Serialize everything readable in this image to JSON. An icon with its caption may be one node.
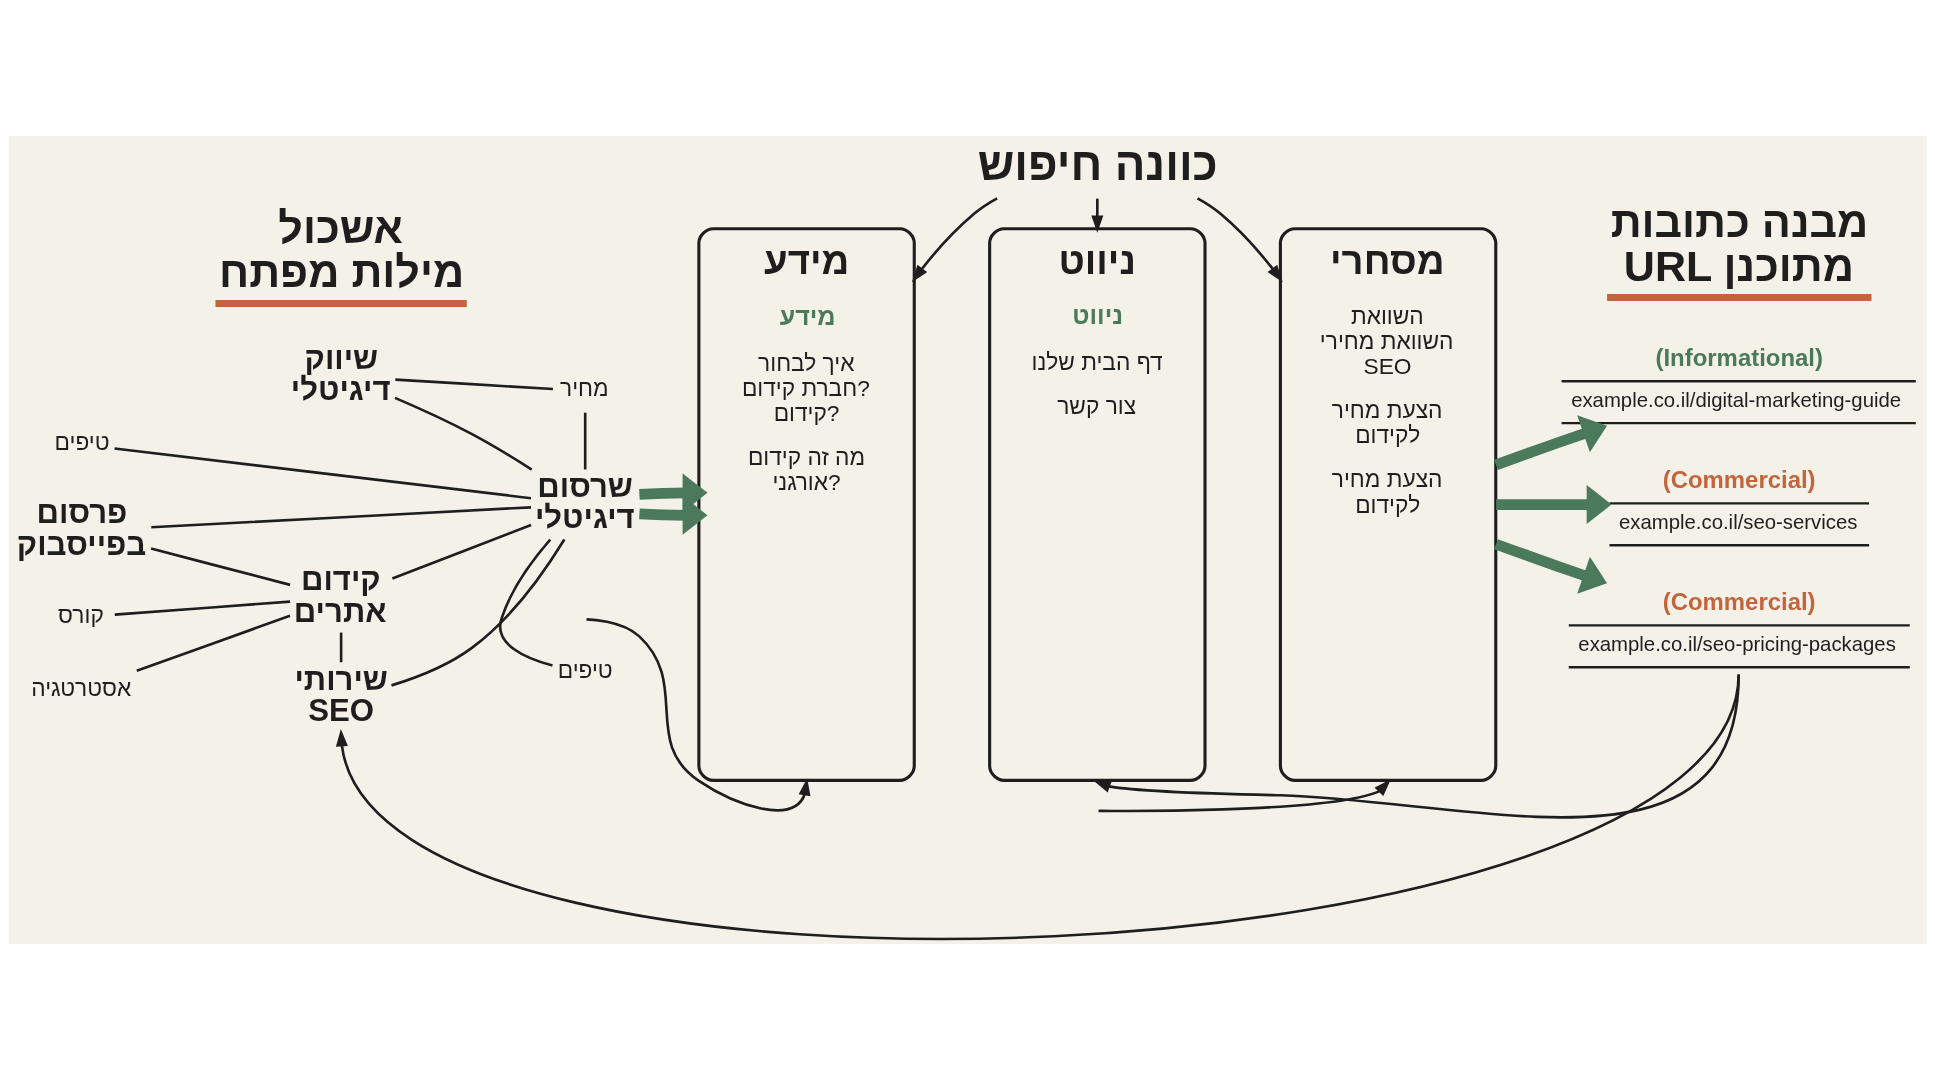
{
  "diagram": {
    "nodes": [
      {
        "text": [
          "שיווק דיגיטלי"
        ]
      },
      {
        "text": [
          "טיפים"
        ]
      },
      {
        "text": [
          "מחיר"
        ]
      },
      {
        "text": [
          "פרסום בפייסבוק"
        ]
      },
      {
        "text": [
          "שרסום דיגיטלי"
        ]
      },
      {
        "text": [
          "קידום אתרים"
        ]
      },
      {
        "text": [
          "קורס"
        ]
      },
      {
        "text": [
          "אסטרטגיה"
        ]
      },
      {
        "text": [
          "שירותי SEO"
        ]
      },
      {
        "text": [
          "טיפים"
        ]
      },
      {
        "text": [
          "כוונה חיפוש"
        ]
      },
      {
        "text": [
          "מידע",
          "מידע",
          "איך לבחור חברת קידום? קידום?",
          "מה זה קידום אורגני?"
        ]
      },
      {
        "text": [
          "ניווט",
          "ניווט",
          "דף הבית שלנו",
          "צור קשר"
        ]
      },
      {
        "text": [
          "מסחרי",
          "השוואת השוואת מחירי SEO",
          "הצעת מחיר לקידום",
          "הצעת מחיר לקידום"
        ]
      },
      {
        "text": [
          "(Informational)",
          "example.co.il/digital-marketing-guide"
        ]
      },
      {
        "text": [
          "(Commercial)",
          "example.co.il/seo-services"
        ]
      },
      {
        "text": [
          "(Commercial)",
          "example.co.il/seo-pricing-packages"
        ]
      }
    ],
    "edges": [
      {
        "from": 1,
        "to": 4,
        "arrow": "none"
      },
      {
        "from": 0,
        "to": 2,
        "arrow": "none"
      },
      {
        "from": 2,
        "to": 4,
        "arrow": "none"
      },
      {
        "from": 0,
        "to": 4,
        "arrow": "none"
      },
      {
        "from": 3,
        "to": 4,
        "arrow": "none"
      },
      {
        "from": 3,
        "to": 5,
        "arrow": "none"
      },
      {
        "from": 5,
        "to": 4,
        "arrow": "none"
      },
      {
        "from": 6,
        "to": 5,
        "arrow": "none"
      },
      {
        "from": 7,
        "to": 5,
        "arrow": "none"
      },
      {
        "from": 5,
        "to": 8,
        "arrow": "none"
      },
      {
        "from": 8,
        "to": 4,
        "arrow": "none"
      },
      {
        "from": 4,
        "to": 9,
        "arrow": "none"
      },
      {
        "from": 4,
        "to": 11,
        "arrow": "to",
        "style": "thick",
        "color": "#4a7a5b"
      },
      {
        "from": 4,
        "to": 11,
        "arrow": "to",
        "style": "thick",
        "color": "#4a7a5b"
      },
      {
        "from": 10,
        "to": 11,
        "arrow": "to"
      },
      {
        "from": 10,
        "to": 12,
        "arrow": "to"
      },
      {
        "from": 10,
        "to": 13,
        "arrow": "to"
      },
      {
        "from": 13,
        "to": 14,
        "arrow": "to",
        "style": "thick",
        "color": "#4a7a5b"
      },
      {
        "from": 13,
        "to": 15,
        "arrow": "to",
        "style": "thick",
        "color": "#4a7a5b"
      },
      {
        "from": 13,
        "to": 16,
        "arrow": "to",
        "style": "thick",
        "color": "#4a7a5b"
      },
      {
        "from": 16,
        "to": 12,
        "arrow": "to"
      },
      {
        "from": 16,
        "to": 8,
        "arrow": "to"
      },
      {
        "from": null,
        "to": 11,
        "arrow": "to"
      },
      {
        "from": null,
        "to": 13,
        "arrow": "to"
      }
    ],
    "labels": [
      "אשכול מילות מפתח",
      "מבנה כתובות URL מתוכנן"
    ]
  }
}
